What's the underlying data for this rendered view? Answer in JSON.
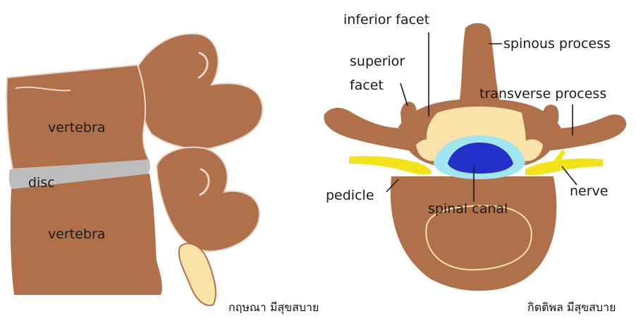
{
  "side_view": {
    "labels": {
      "vertebra_top": "vertebra",
      "disc": "disc",
      "vertebra_bottom": "vertebra"
    },
    "signature": "กฤษณา มีสุขสบาย"
  },
  "top_view": {
    "labels": {
      "inferior_facet": "inferior facet",
      "superior_facet_line1": "superior",
      "superior_facet_line2": "facet",
      "spinous_process": "spinous process",
      "transverse_process": "transverse process",
      "pedicle": "pedicle",
      "nerve": "nerve",
      "spinal_canal": "spinal canal"
    },
    "signature": "กิตติพล มีสุขสบาย"
  },
  "colors": {
    "bone": "#b0704a",
    "bone_outline": "#e8d8cc",
    "disc": "#bdbdbd",
    "cartilage": "#f9e3a8",
    "canal_outer": "#9fe6ef",
    "canal_inner": "#2431c8",
    "nerve": "#f2e21a",
    "leader": "#1a1a1a"
  }
}
